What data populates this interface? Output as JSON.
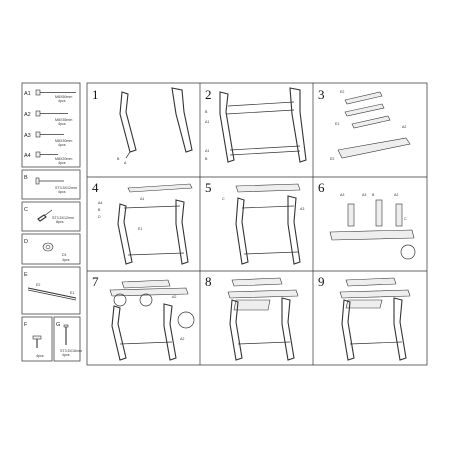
{
  "parts": {
    "A1": {
      "label": "A1",
      "size": "M8X50mm",
      "qty": "4pcs"
    },
    "A2": {
      "label": "A2",
      "size": "M8X35mm",
      "qty": "4pcs"
    },
    "A3": {
      "label": "A3",
      "size": "M8X30mm",
      "qty": "4pcs"
    },
    "A4": {
      "label": "A4",
      "size": "M8X20mm",
      "qty": "4pcs"
    },
    "B": {
      "label": "B",
      "size": "ST3.5X12mm",
      "qty": "4pcs"
    },
    "C": {
      "label": "C",
      "size": "ST3.5X12mm",
      "qty": "8pcs"
    },
    "D": {
      "label": "D",
      "sublabel": "D1",
      "qty": "4pcs"
    },
    "E": {
      "label": "E",
      "sub1": "E2",
      "sub2": "E1"
    },
    "F": {
      "label": "F",
      "qty": "4pcs"
    },
    "G": {
      "label": "G",
      "size": "ST3.5X16mm",
      "qty": "4pcs"
    }
  },
  "steps": [
    {
      "number": "1",
      "callouts": [
        "B",
        "A"
      ]
    },
    {
      "number": "2",
      "callouts": [
        "B",
        "A1",
        "A1",
        "B"
      ]
    },
    {
      "number": "3",
      "callouts": [
        "E2",
        "E1",
        "A2",
        "E2"
      ]
    },
    {
      "number": "4",
      "callouts": [
        "A4",
        "B",
        "D",
        "A1",
        "E1"
      ]
    },
    {
      "number": "5",
      "callouts": [
        "C",
        "A3"
      ]
    },
    {
      "number": "6",
      "callouts": [
        "A3",
        "A3",
        "B",
        "A2",
        "C"
      ]
    },
    {
      "number": "7",
      "callouts": [
        "A2",
        "A2"
      ]
    },
    {
      "number": "8",
      "callouts": []
    },
    {
      "number": "9",
      "callouts": []
    }
  ]
}
